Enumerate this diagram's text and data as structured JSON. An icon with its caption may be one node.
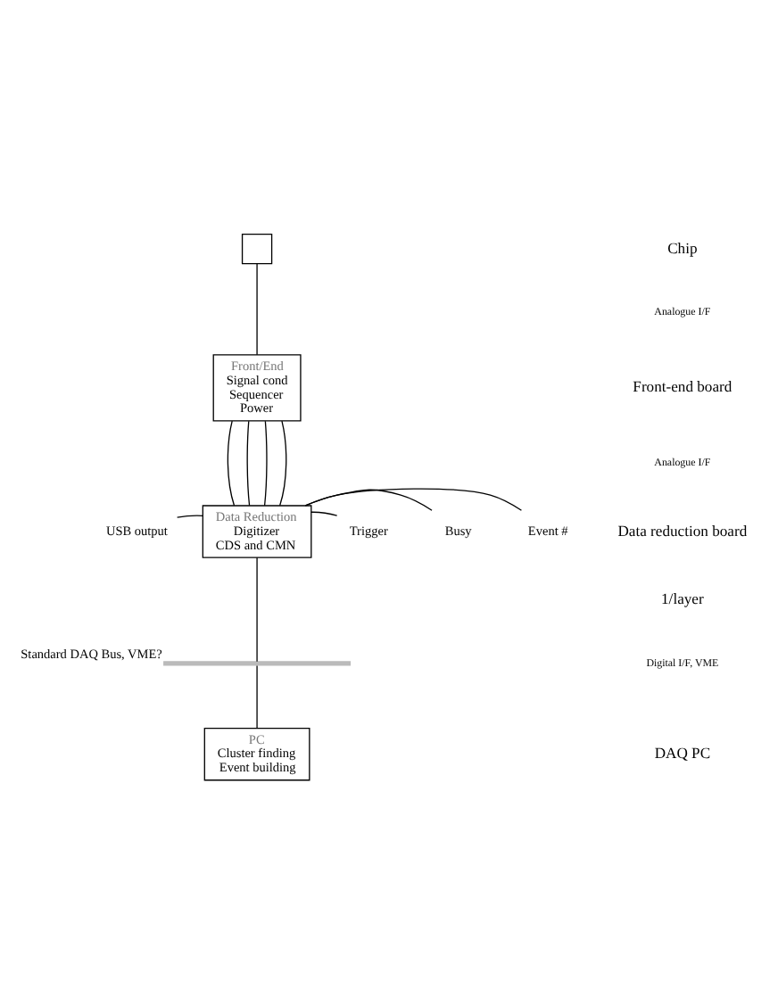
{
  "diagram": {
    "nodes": [
      {
        "text": [],
        "shape": "box"
      },
      {
        "text": [
          "Front/End",
          "Signal cond",
          "Sequencer",
          "Power"
        ]
      },
      {
        "text": [
          "Data Reduction",
          "Digitizer",
          "CDS and CMN"
        ]
      },
      {
        "text": [
          "USB output"
        ]
      },
      {
        "text": [
          "Trigger"
        ]
      },
      {
        "text": [
          "Busy"
        ]
      },
      {
        "text": [
          "Event #"
        ]
      },
      {
        "text": [],
        "shape": "bar",
        "beside": [
          "Standard DAQ Bus, VME?"
        ]
      },
      {
        "text": [
          "PC",
          "Cluster finding",
          "Event building"
        ]
      }
    ],
    "edges": [
      {
        "from": 0,
        "to": 1,
        "arrow": "none"
      },
      {
        "from": 1,
        "to": 2,
        "arrow": "none"
      },
      {
        "from": 1,
        "to": 2,
        "arrow": "none"
      },
      {
        "from": 1,
        "to": 2,
        "arrow": "none"
      },
      {
        "from": 1,
        "to": 2,
        "arrow": "none"
      },
      {
        "from": 3,
        "to": 2,
        "arrow": "none"
      },
      {
        "from": 2,
        "to": 4,
        "arrow": "none"
      },
      {
        "from": 2,
        "to": 5,
        "arrow": "none"
      },
      {
        "from": 2,
        "to": 6,
        "arrow": "none"
      },
      {
        "from": 2,
        "to": 7,
        "arrow": "none"
      },
      {
        "from": 7,
        "to": 8,
        "arrow": "none"
      }
    ],
    "labels": [
      "Chip",
      "Analogue I/F",
      "Front-end board",
      "Analogue I/F",
      "Data reduction board",
      "1/layer",
      "Digital I/F, VME",
      "DAQ PC"
    ]
  }
}
